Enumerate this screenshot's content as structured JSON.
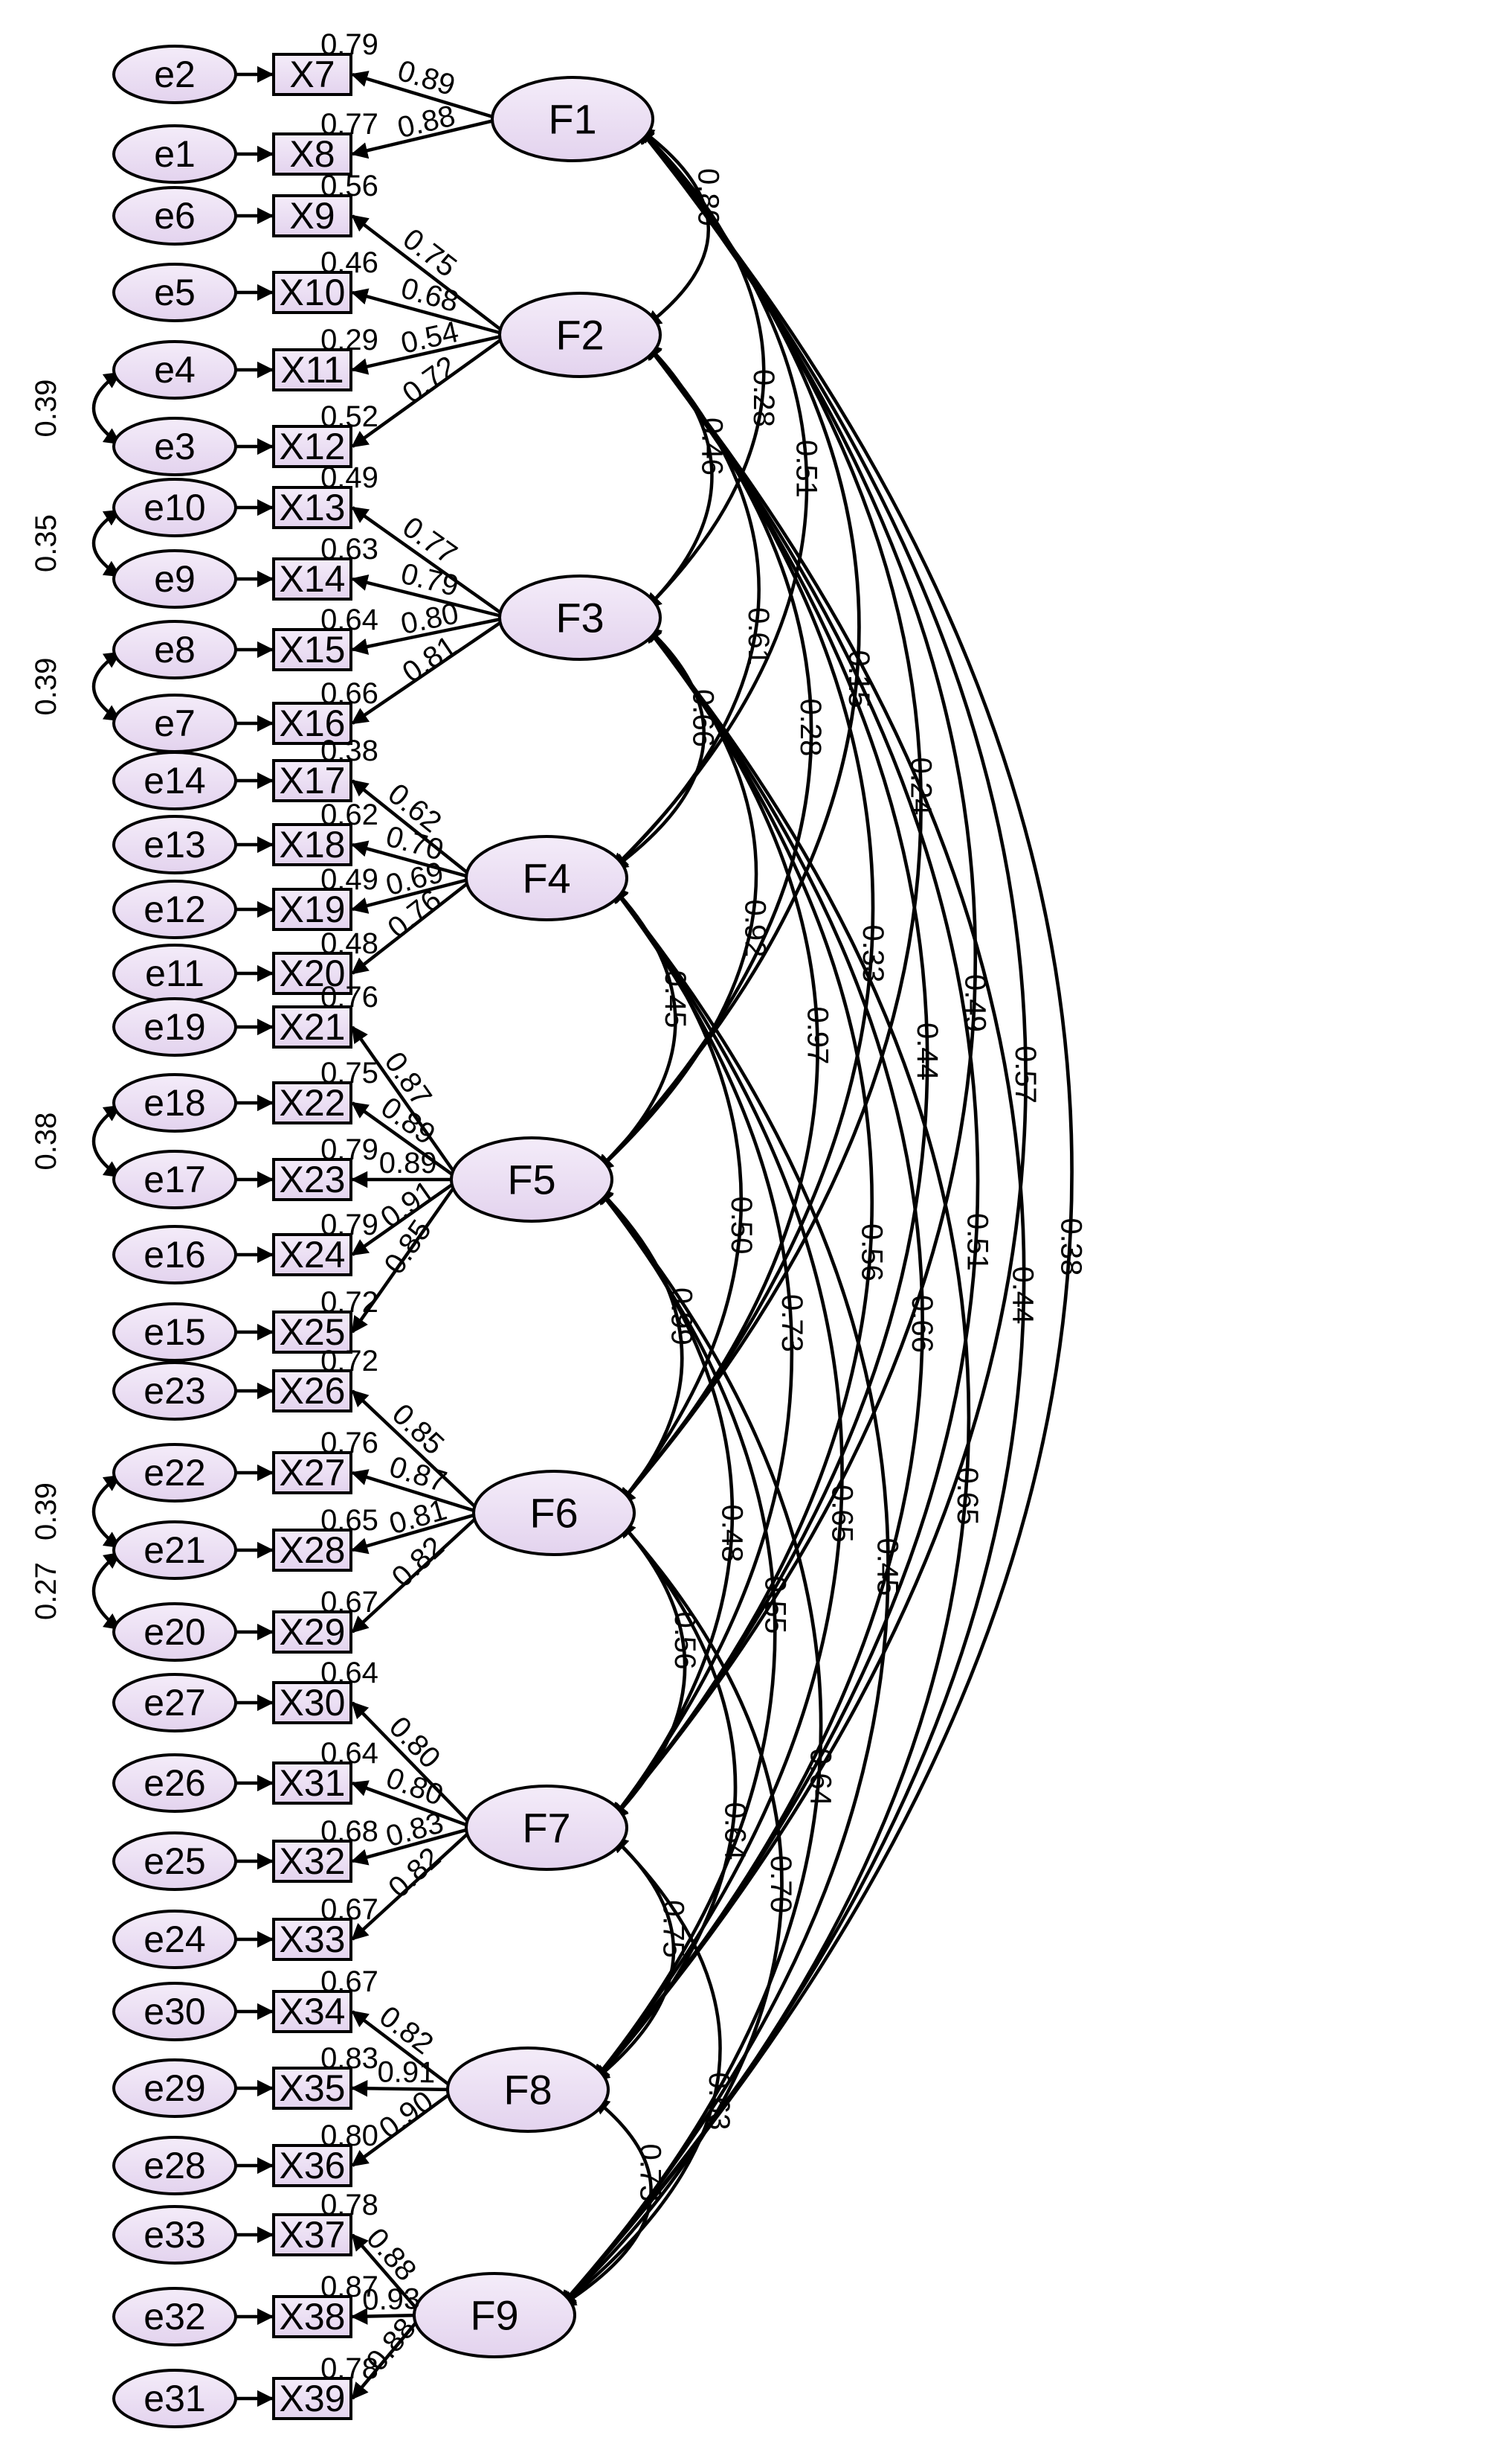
{
  "factors": [
    {
      "id": "F1",
      "label": "F1"
    },
    {
      "id": "F2",
      "label": "F2"
    },
    {
      "id": "F3",
      "label": "F3"
    },
    {
      "id": "F4",
      "label": "F4"
    },
    {
      "id": "F5",
      "label": "F5"
    },
    {
      "id": "F6",
      "label": "F6"
    },
    {
      "id": "F7",
      "label": "F7"
    },
    {
      "id": "F8",
      "label": "F8"
    },
    {
      "id": "F9",
      "label": "F9"
    }
  ],
  "indicators": [
    {
      "label": "X7",
      "factor": "F1",
      "error": "e2",
      "loading": "0.89",
      "r2": "0.79"
    },
    {
      "label": "X8",
      "factor": "F1",
      "error": "e1",
      "loading": "0.88",
      "r2": "0.77"
    },
    {
      "label": "X9",
      "factor": "F2",
      "error": "e6",
      "loading": "0.75",
      "r2": "0.56"
    },
    {
      "label": "X10",
      "factor": "F2",
      "error": "e5",
      "loading": "0.68",
      "r2": "0.46"
    },
    {
      "label": "X11",
      "factor": "F2",
      "error": "e4",
      "loading": "0.54",
      "r2": "0.29"
    },
    {
      "label": "X12",
      "factor": "F2",
      "error": "e3",
      "loading": "0.72",
      "r2": "0.52"
    },
    {
      "label": "X13",
      "factor": "F3",
      "error": "e10",
      "loading": "0.77",
      "r2": "0.49"
    },
    {
      "label": "X14",
      "factor": "F3",
      "error": "e9",
      "loading": "0.79",
      "r2": "0.63"
    },
    {
      "label": "X15",
      "factor": "F3",
      "error": "e8",
      "loading": "0.80",
      "r2": "0.64"
    },
    {
      "label": "X16",
      "factor": "F3",
      "error": "e7",
      "loading": "0.81",
      "r2": "0.66"
    },
    {
      "label": "X17",
      "factor": "F4",
      "error": "e14",
      "loading": "0.62",
      "r2": "0.38"
    },
    {
      "label": "X18",
      "factor": "F4",
      "error": "e13",
      "loading": "0.70",
      "r2": "0.62"
    },
    {
      "label": "X19",
      "factor": "F4",
      "error": "e12",
      "loading": "0.69",
      "r2": "0.49"
    },
    {
      "label": "X20",
      "factor": "F4",
      "error": "e11",
      "loading": "0.76",
      "r2": "0.48"
    },
    {
      "label": "X21",
      "factor": "F5",
      "error": "e19",
      "loading": "0.87",
      "r2": "0.76"
    },
    {
      "label": "X22",
      "factor": "F5",
      "error": "e18",
      "loading": "0.89",
      "r2": "0.75"
    },
    {
      "label": "X23",
      "factor": "F5",
      "error": "e17",
      "loading": "0.89",
      "r2": "0.79"
    },
    {
      "label": "X24",
      "factor": "F5",
      "error": "e16",
      "loading": "0.91",
      "r2": "0.79"
    },
    {
      "label": "X25",
      "factor": "F5",
      "error": "e15",
      "loading": "0.85",
      "r2": "0.72"
    },
    {
      "label": "X26",
      "factor": "F6",
      "error": "e23",
      "loading": "0.85",
      "r2": "0.72"
    },
    {
      "label": "X27",
      "factor": "F6",
      "error": "e22",
      "loading": "0.87",
      "r2": "0.76"
    },
    {
      "label": "X28",
      "factor": "F6",
      "error": "e21",
      "loading": "0.81",
      "r2": "0.65"
    },
    {
      "label": "X29",
      "factor": "F6",
      "error": "e20",
      "loading": "0.82",
      "r2": "0.67"
    },
    {
      "label": "X30",
      "factor": "F7",
      "error": "e27",
      "loading": "0.80",
      "r2": "0.64"
    },
    {
      "label": "X31",
      "factor": "F7",
      "error": "e26",
      "loading": "0.80",
      "r2": "0.64"
    },
    {
      "label": "X32",
      "factor": "F7",
      "error": "e25",
      "loading": "0.83",
      "r2": "0.68"
    },
    {
      "label": "X33",
      "factor": "F7",
      "error": "e24",
      "loading": "0.82",
      "r2": "0.67"
    },
    {
      "label": "X34",
      "factor": "F8",
      "error": "e30",
      "loading": "0.82",
      "r2": "0.67"
    },
    {
      "label": "X35",
      "factor": "F8",
      "error": "e29",
      "loading": "0.91",
      "r2": "0.83"
    },
    {
      "label": "X36",
      "factor": "F8",
      "error": "e28",
      "loading": "0.90",
      "r2": "0.80"
    },
    {
      "label": "X37",
      "factor": "F9",
      "error": "e33",
      "loading": "0.88",
      "r2": "0.78"
    },
    {
      "label": "X38",
      "factor": "F9",
      "error": "e32",
      "loading": "0.93",
      "r2": "0.87"
    },
    {
      "label": "X39",
      "factor": "F9",
      "error": "e31",
      "loading": "0.88",
      "r2": "0.78"
    }
  ],
  "error_covariances": [
    {
      "from": "e4",
      "to": "e3",
      "value": "0.39"
    },
    {
      "from": "e10",
      "to": "e9",
      "value": "0.35"
    },
    {
      "from": "e8",
      "to": "e7",
      "value": "0.39"
    },
    {
      "from": "e18",
      "to": "e17",
      "value": "0.38"
    },
    {
      "from": "e22",
      "to": "e21",
      "value": "0.39"
    },
    {
      "from": "e21",
      "to": "e20",
      "value": "0.27"
    }
  ],
  "factor_correlations": [
    {
      "from": "F1",
      "to": "F2",
      "value": "0.80"
    },
    {
      "from": "F1",
      "to": "F3",
      "value": "0.28"
    },
    {
      "from": "F1",
      "to": "F4",
      "value": "0.51"
    },
    {
      "from": "F1",
      "to": "F5",
      "value": "0.15"
    },
    {
      "from": "F1",
      "to": "F6",
      "value": "0.24"
    },
    {
      "from": "F1",
      "to": "F7",
      "value": "0.49"
    },
    {
      "from": "F1",
      "to": "F8",
      "value": "0.57"
    },
    {
      "from": "F1",
      "to": "F9",
      "value": "0.38"
    },
    {
      "from": "F2",
      "to": "F3",
      "value": "0.46"
    },
    {
      "from": "F2",
      "to": "F4",
      "value": "0.61"
    },
    {
      "from": "F2",
      "to": "F5",
      "value": "0.28"
    },
    {
      "from": "F2",
      "to": "F6",
      "value": "0.33"
    },
    {
      "from": "F2",
      "to": "F7",
      "value": "0.44"
    },
    {
      "from": "F2",
      "to": "F8",
      "value": "0.51"
    },
    {
      "from": "F2",
      "to": "F9",
      "value": "0.44"
    },
    {
      "from": "F3",
      "to": "F4",
      "value": "0.66"
    },
    {
      "from": "F3",
      "to": "F5",
      "value": "0.92"
    },
    {
      "from": "F3",
      "to": "F6",
      "value": "0.97"
    },
    {
      "from": "F3",
      "to": "F7",
      "value": "0.56"
    },
    {
      "from": "F3",
      "to": "F8",
      "value": "0.66"
    },
    {
      "from": "F3",
      "to": "F9",
      "value": "0.65"
    },
    {
      "from": "F4",
      "to": "F5",
      "value": "0.45"
    },
    {
      "from": "F4",
      "to": "F6",
      "value": "0.50"
    },
    {
      "from": "F4",
      "to": "F7",
      "value": "0.73"
    },
    {
      "from": "F4",
      "to": "F8",
      "value": "0.65"
    },
    {
      "from": "F4",
      "to": "F9",
      "value": "0.45"
    },
    {
      "from": "F5",
      "to": "F6",
      "value": "0.99"
    },
    {
      "from": "F5",
      "to": "F7",
      "value": "0.48"
    },
    {
      "from": "F5",
      "to": "F8",
      "value": "0.55"
    },
    {
      "from": "F5",
      "to": "F9",
      "value": "0.64"
    },
    {
      "from": "F6",
      "to": "F7",
      "value": "0.56"
    },
    {
      "from": "F6",
      "to": "F8",
      "value": "0.64"
    },
    {
      "from": "F6",
      "to": "F9",
      "value": "0.70"
    },
    {
      "from": "F7",
      "to": "F8",
      "value": "0.75"
    },
    {
      "from": "F7",
      "to": "F9",
      "value": "0.63"
    },
    {
      "from": "F8",
      "to": "F9",
      "value": "0.73"
    }
  ],
  "colors": {
    "node_fill": "#ece0f3",
    "node_stroke": "#000000",
    "line": "#000000",
    "background": "#ffffff"
  }
}
